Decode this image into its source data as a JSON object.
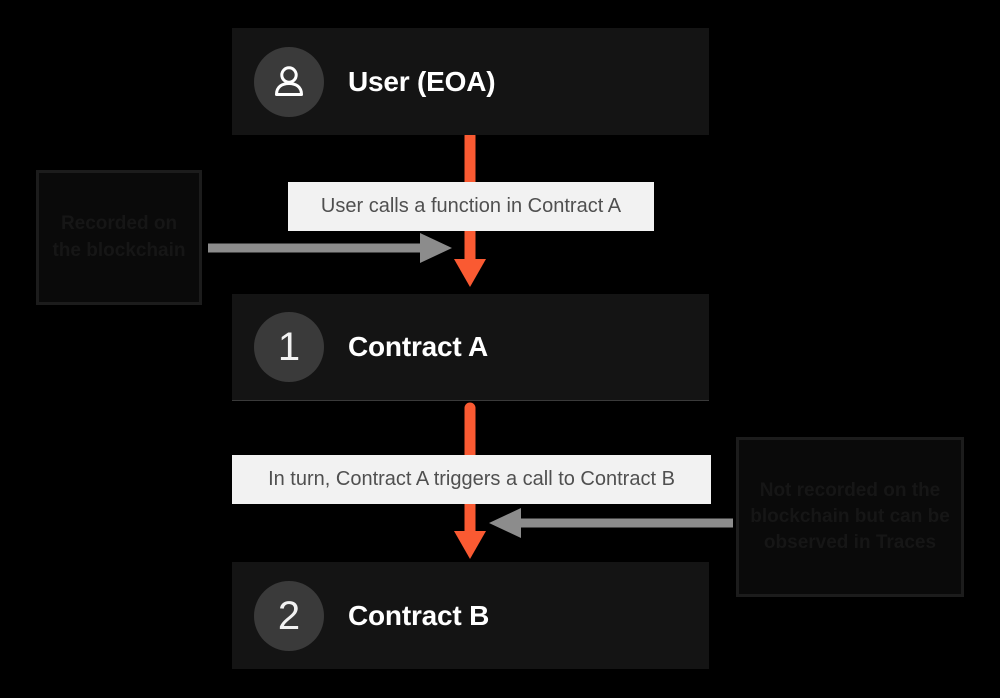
{
  "diagram": {
    "title": "Contract call flow",
    "background_color": "#000000",
    "accent_color": "#fa5a32",
    "node_color": "#141414",
    "badge_color": "#3a3a3a",
    "caption_color": "#f2f2f2",
    "gray_arrow_color": "#8c8c8c"
  },
  "nodes": [
    {
      "id": "user",
      "badge_icon": "person-icon",
      "badge_text": "",
      "label": "User (EOA)"
    },
    {
      "id": "contract-a",
      "badge_icon": "",
      "badge_text": "1",
      "label": "Contract A"
    },
    {
      "id": "contract-b",
      "badge_icon": "",
      "badge_text": "2",
      "label": "Contract B"
    }
  ],
  "captions": [
    {
      "id": "caption-1",
      "text": "User calls a function in Contract A"
    },
    {
      "id": "caption-2",
      "text": "In turn, Contract A triggers a call to Contract B"
    }
  ],
  "notes": [
    {
      "id": "note-left",
      "text": "Recorded on the blockchain"
    },
    {
      "id": "note-right",
      "text": "Not recorded on the blockchain but can be observed in Traces"
    }
  ],
  "connectors": [
    {
      "id": "flow-user-to-a",
      "kind": "orange-down-arrow",
      "from": "user",
      "to": "contract-a"
    },
    {
      "id": "flow-a-to-b",
      "kind": "orange-down-arrow",
      "from": "contract-a",
      "to": "contract-b"
    },
    {
      "id": "pointer-left",
      "kind": "gray-right-arrow",
      "from": "note-left",
      "to": "flow-user-to-a"
    },
    {
      "id": "pointer-right",
      "kind": "gray-left-arrow",
      "from": "note-right",
      "to": "flow-a-to-b"
    }
  ]
}
